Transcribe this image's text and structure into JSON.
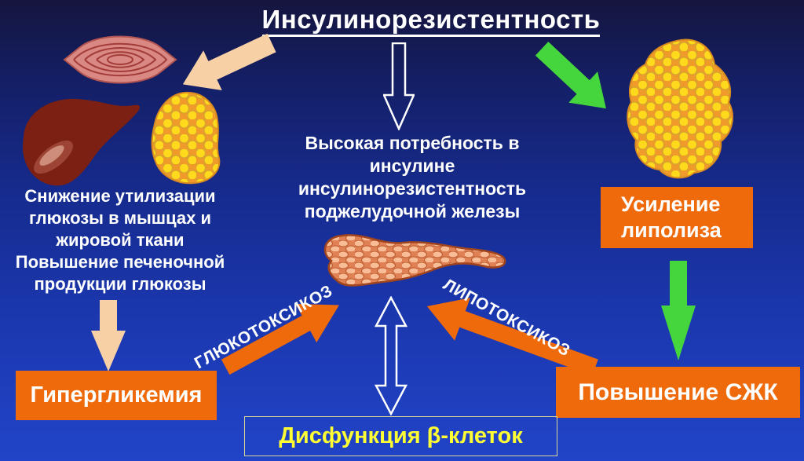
{
  "title": {
    "text": "Инсулинорезистентность"
  },
  "texts": {
    "left_block": "Снижение утилизации\nглюкозы в мышцах и\nжировой ткани\nПовышение печеночной\nпродукции глюкозы",
    "center_demand": "Высокая потребность в\nинсулине\nинсулинорезистентность\nподжелудочной железы",
    "glucotoxicosis": "ГЛЮКОТОКСИКОЗ",
    "lipotoxicosis": "ЛИПОТОКСИКОЗ"
  },
  "boxes": {
    "lipolysis": "Усиление\nлиполиза",
    "hyperglycemia": "Гипергликемия",
    "ffa_increase": "Повышение СЖК",
    "beta_dysfunction": "Дисфункция β-клеток"
  },
  "colors": {
    "background_top": "#15153E",
    "background_bottom": "#2144C8",
    "box_orange": "#EE6A0A",
    "arrow_orange": "#EE6A0A",
    "arrow_green": "#44D63C",
    "arrow_beige": "#F7D0A5",
    "outline_arrow": "#FFFFFF",
    "text_white": "#FFFFFF",
    "beta_text_yellow": "#FFFF33",
    "beta_box_border": "#D8D89A"
  }
}
